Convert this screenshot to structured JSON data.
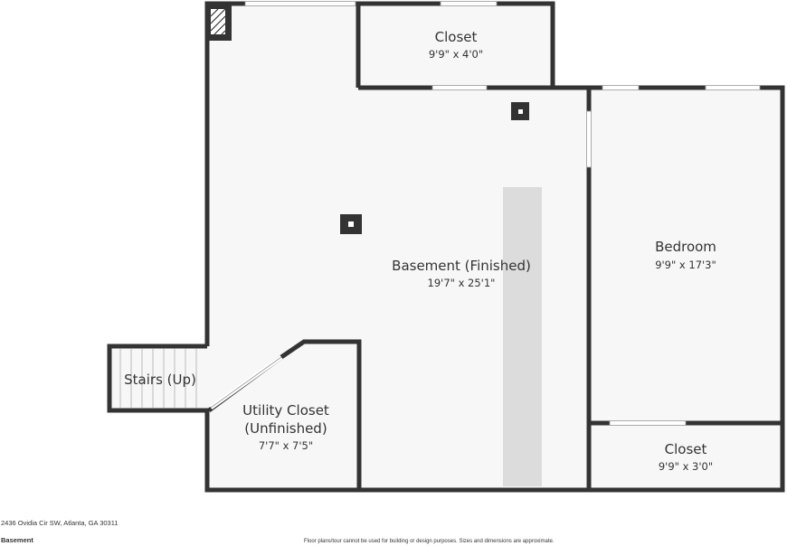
{
  "colors": {
    "wall": "#333333",
    "floor": "#f7f7f7",
    "window": "#ffffff",
    "beam": "#dcdcdc",
    "text": "#333333"
  },
  "rooms": {
    "basement": {
      "name": "Basement (Finished)",
      "dim": "19'7\" x 25'1\""
    },
    "closet_top": {
      "name": "Closet",
      "dim": "9'9\" x 4'0\""
    },
    "bedroom": {
      "name": "Bedroom",
      "dim": "9'9\" x 17'3\""
    },
    "closet_bottom": {
      "name": "Closet",
      "dim": "9'9\" x 3'0\""
    },
    "stairs": {
      "name": "Stairs (Up)"
    },
    "utility": {
      "line1": "Utility Closet",
      "line2": "(Unfinished)",
      "dim": "7'7\" x 7'5\""
    }
  },
  "footer": {
    "address": "2436 Ovidia Cir SW, Atlanta, GA 30311",
    "floor_label": "Basement",
    "disclaimer": "Floor plans/tour cannot be used for building or design purposes. Sizes and dimensions are approximate."
  }
}
